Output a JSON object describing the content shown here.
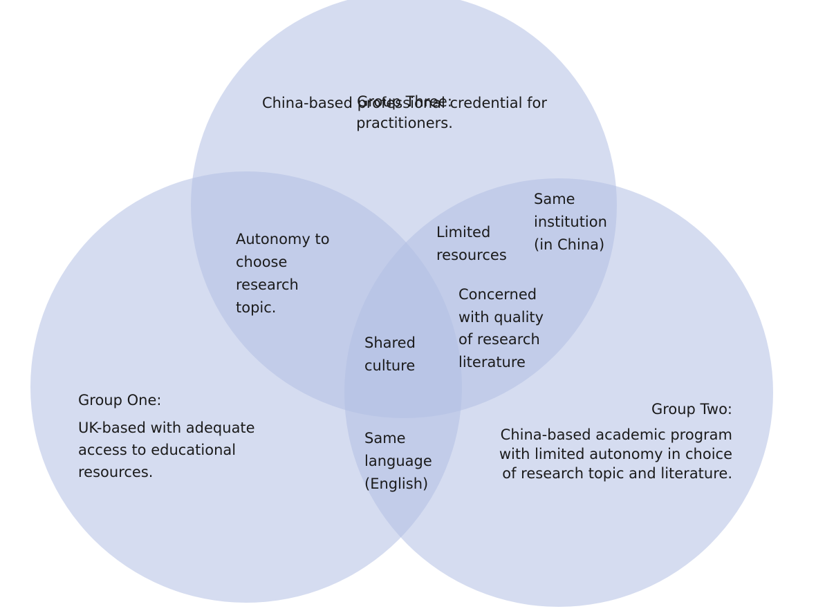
{
  "colors": {
    "circle_fill": "#b3bfe3",
    "circle_opacity": 0.55,
    "text": "#1a1a1a"
  },
  "groups": {
    "three": {
      "title": "Group Three:",
      "description": "China-based professional credential for\npractitioners."
    },
    "one": {
      "title": "Group One:",
      "description": "UK-based with adequate\naccess to educational\nresources."
    },
    "two": {
      "title": "Group Two:",
      "description": "China-based academic program\nwith limited autonomy in choice\nof research topic and literature."
    }
  },
  "overlaps": {
    "one_three": "Autonomy to\nchoose\nresearch\ntopic.",
    "two_three_resources": "Limited\nresources",
    "two_three_institution": "Same\ninstitution\n(in China)",
    "two_three_quality": "Concerned\nwith quality\nof research\nliterature",
    "all_three": "Shared\nculture",
    "one_two": "Same\nlanguage\n(English)"
  }
}
